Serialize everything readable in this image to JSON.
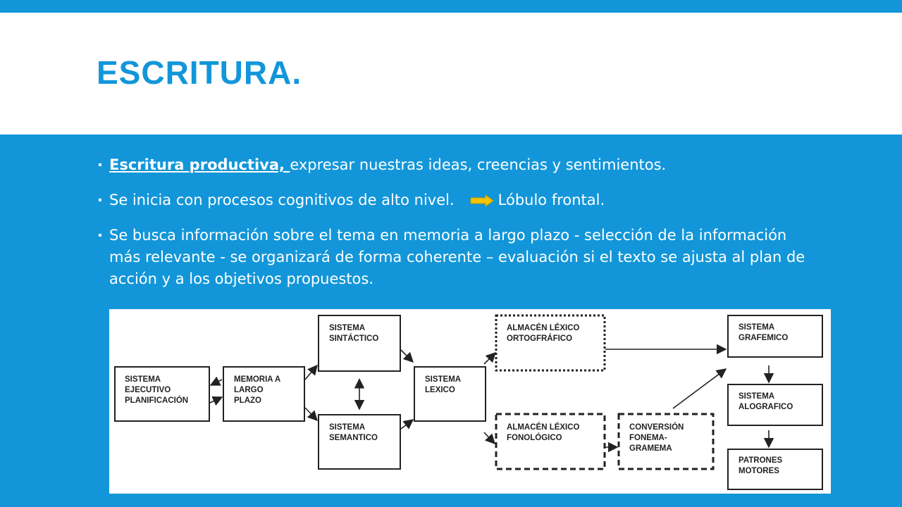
{
  "slide": {
    "title": "ESCRITURA.",
    "bullets": [
      {
        "lead": "Escritura productiva, ",
        "text": "expresar nuestras ideas, creencias y sentimientos."
      },
      {
        "text": "Se inicia con procesos cognitivos de alto nivel.",
        "after_arrow": "Lóbulo frontal."
      },
      {
        "text": "Se busca información sobre el tema en memoria a largo plazo - selección de la información más relevante - se organizará de forma coherente – evaluación si el texto se ajusta al plan de acción y a los objetivos propuestos."
      }
    ]
  },
  "colors": {
    "accent": "#1296d9",
    "arrow": "#f5c400"
  },
  "diagram": {
    "boxes": {
      "ejecutivo": [
        "SISTEMA",
        "EJECUTIVO",
        "",
        "PLANIFICACIÓN"
      ],
      "memoria": [
        "MEMORIA A",
        "LARGO",
        "PLAZO"
      ],
      "sintactico": [
        "SISTEMA",
        "SINTÁCTICO"
      ],
      "semantico": [
        "SISTEMA",
        "SEMANTICO"
      ],
      "lexico": [
        "SISTEMA",
        "LEXICO"
      ],
      "ortografico": [
        "ALMACÉN LÉXICO",
        "ORTOGFRÁFICO"
      ],
      "fonologico": [
        "ALMACÉN LÉXICO",
        "FONOLÓGICO"
      ],
      "conversion": [
        "CONVERSIÓN",
        "FONEMA-",
        "GRAMEMA"
      ],
      "grafemico": [
        "SISTEMA",
        "GRAFEMICO"
      ],
      "alografico": [
        "SISTEMA",
        "ALOGRAFICO"
      ],
      "patrones": [
        "PATRONES",
        "MOTORES"
      ]
    }
  }
}
